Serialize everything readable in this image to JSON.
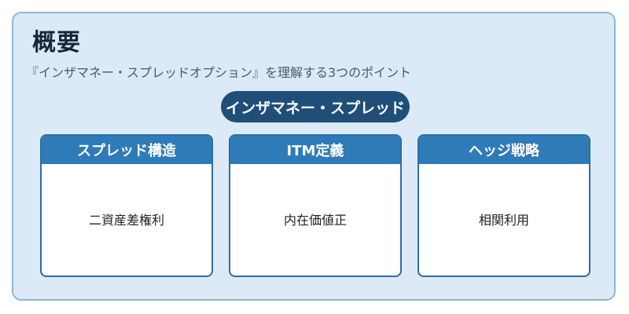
{
  "title": "概要",
  "subtitle": "『インザマネー・スプレッドオプション』を理解する3つのポイント",
  "center_label": "インザマネー・スプレッド",
  "cards": [
    {
      "header": "スプレッド構造",
      "body": "二資産差権利"
    },
    {
      "header": "ITM定義",
      "body": "内在価値正"
    },
    {
      "header": "ヘッジ戦略",
      "body": "相関利用"
    }
  ]
}
